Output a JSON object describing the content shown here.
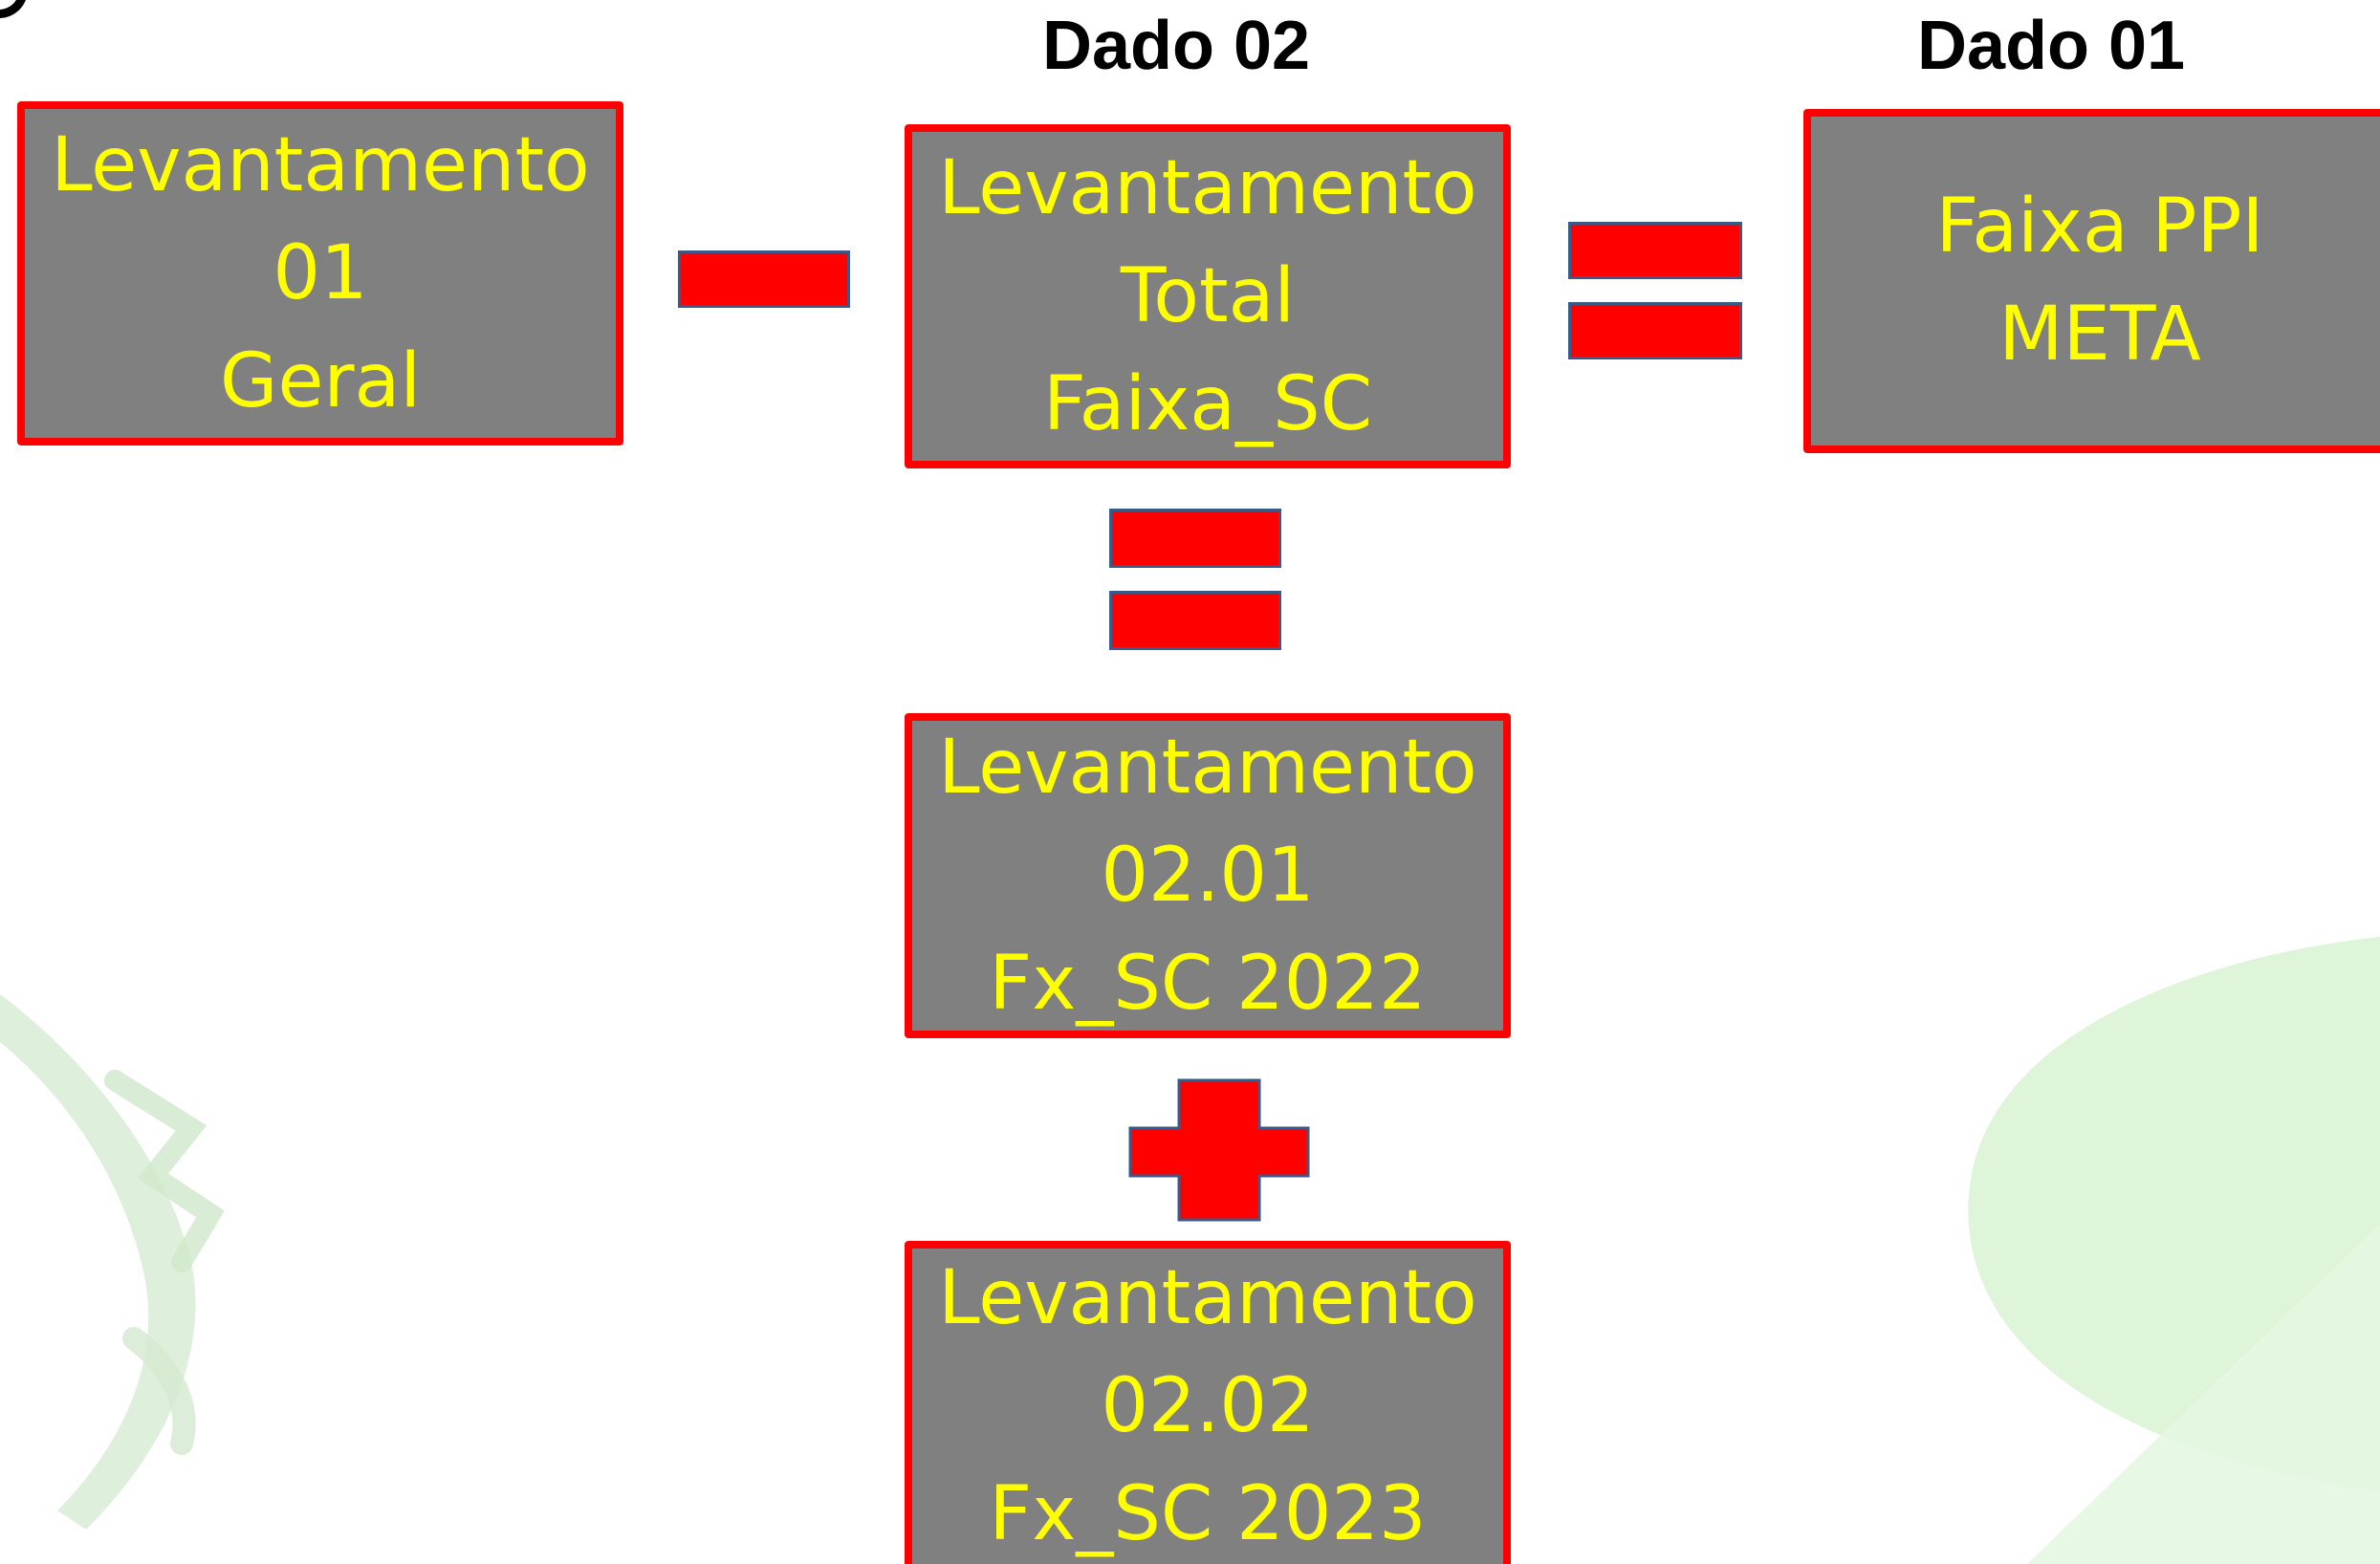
{
  "headings": {
    "dado02": "Dado 02",
    "dado01": "Dado 01"
  },
  "boxes": {
    "levantamento01": {
      "lines": [
        "Levantamento",
        "01",
        "Geral"
      ]
    },
    "levantamentoTotal": {
      "lines": [
        "Levantamento",
        "Total",
        "Faixa_SC"
      ]
    },
    "faixaPPI": {
      "lines": [
        "Faixa PPI",
        "META"
      ]
    },
    "levantamento0201": {
      "lines": [
        "Levantamento",
        "02.01",
        "Fx_SC 2022"
      ]
    },
    "levantamento0202": {
      "lines": [
        "Levantamento",
        "02.02",
        "Fx_SC 2023"
      ]
    }
  },
  "operators": {
    "minus": "minus-icon",
    "equals_right": "equals-icon",
    "equals_down": "equals-icon",
    "plus": "plus-icon"
  },
  "colors": {
    "box_fill": "#808080",
    "box_border": "#ff0000",
    "box_text": "#ffff00",
    "operator_fill": "#ff0000",
    "operator_outline": "#3a5a8a",
    "watermark_green": "#c9f0c4"
  }
}
